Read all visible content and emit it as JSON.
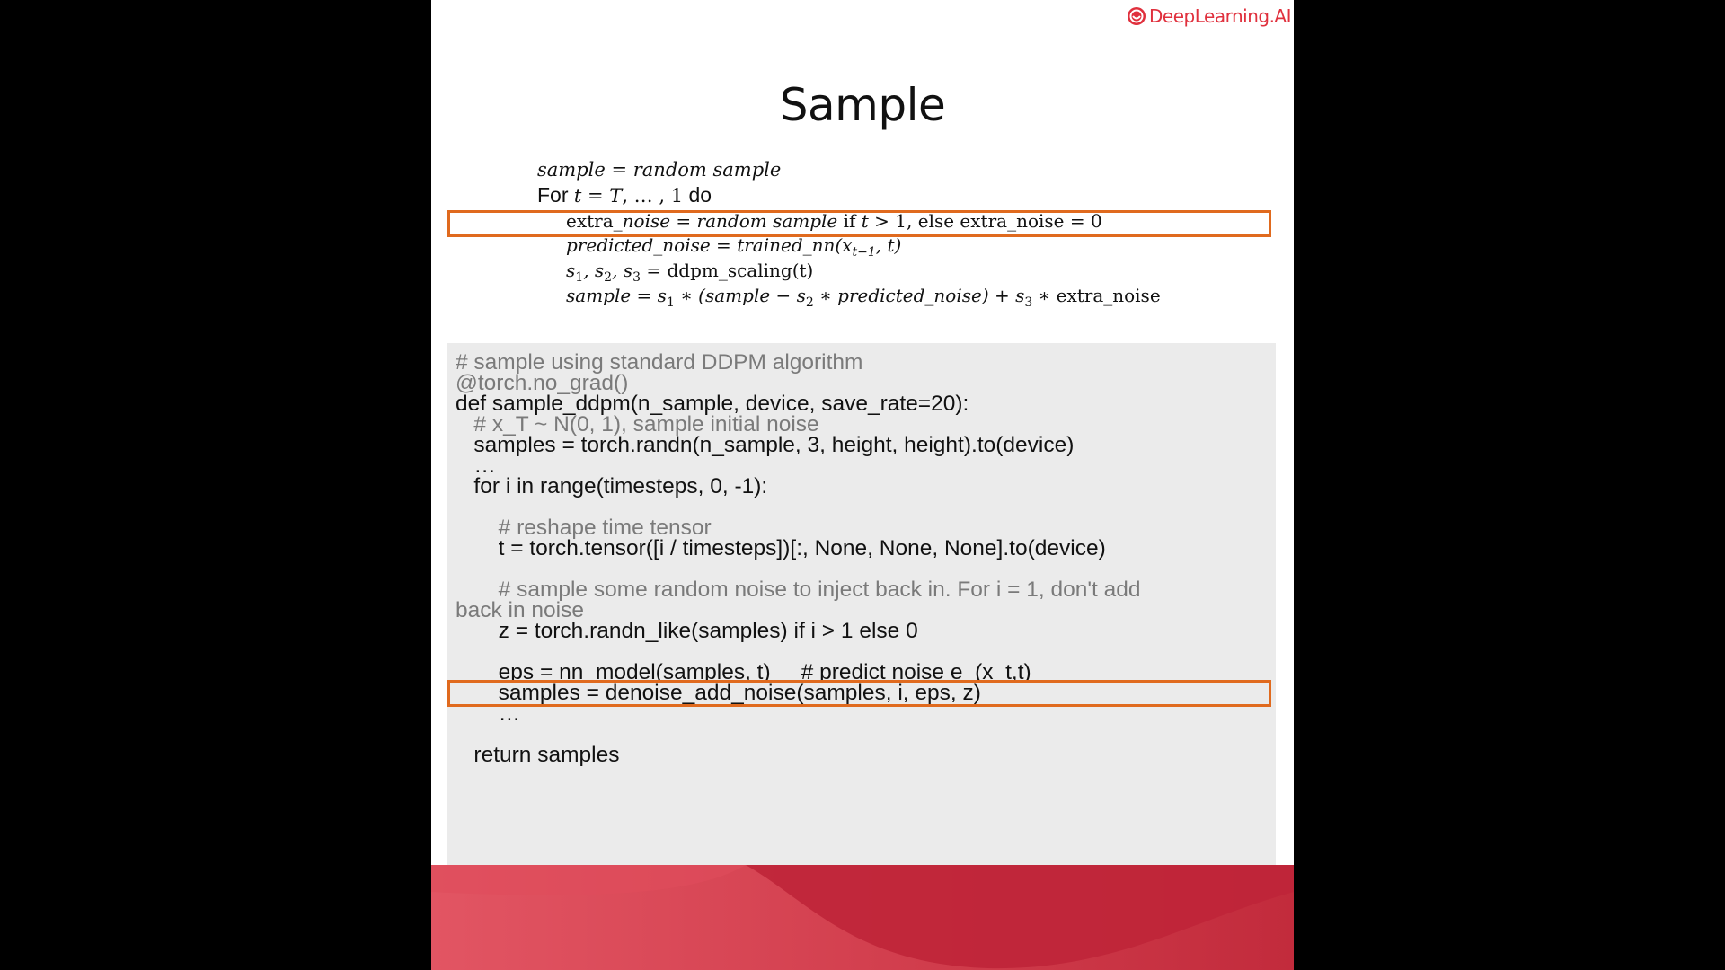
{
  "brand": {
    "logo_text": "DeepLearning.AI",
    "accent": "#e0303d",
    "highlight": "#e06a1e"
  },
  "title": "Sample",
  "algorithm": {
    "line1": {
      "lhs": "sample",
      "eq": " = ",
      "rhs": "random sample"
    },
    "line2": {
      "for": "For ",
      "t": "t",
      "eq": " = ",
      "T": "T",
      "rest": ", … , 1",
      "do": " do"
    },
    "line3": {
      "a": "extra",
      "b": "_noise",
      "eq": " = ",
      "c": "random sample",
      "d": " if ",
      "t": "t",
      "e": " > 1, else extra_noise = 0"
    },
    "line4": {
      "a": "predicted_noise",
      "eq": " = ",
      "b": "trained_nn",
      "c": "(x",
      "sub": "t−1",
      "d": ", t)"
    },
    "line5": {
      "s": "s",
      "s1": "1",
      "sep1": ", s",
      "s2": "2",
      "sep2": ", s",
      "s3": "3",
      "rest": " = ddpm_scaling(t)"
    },
    "line6": {
      "a": "sample",
      "eq": " = s",
      "s1": "1",
      "b": " ∗ (sample − s",
      "s2": "2",
      "c": " ∗ predicted_noise) + s",
      "s3": "3",
      "d": " ∗ extra_noise"
    }
  },
  "code": [
    {
      "text": "# sample using standard DDPM algorithm",
      "comment": true
    },
    {
      "text": "@torch.no_grad()",
      "comment": true
    },
    {
      "text": "def sample_ddpm(n_sample, device, save_rate=20):",
      "comment": false
    },
    {
      "text": "   # x_T ~ N(0, 1), sample initial noise",
      "comment": true
    },
    {
      "text": "   samples = torch.randn(n_sample, 3, height, height).to(device)",
      "comment": false
    },
    {
      "text": "   …",
      "comment": false
    },
    {
      "text": "   for i in range(timesteps, 0, -1):",
      "comment": false
    },
    {
      "text": "",
      "comment": false
    },
    {
      "text": "       # reshape time tensor",
      "comment": true
    },
    {
      "text": "       t = torch.tensor([i / timesteps])[:, None, None, None].to(device)",
      "comment": false
    },
    {
      "text": "",
      "comment": false
    },
    {
      "text": "       # sample some random noise to inject back in. For i = 1, don't add",
      "comment": true
    },
    {
      "text": "back in noise",
      "comment": true
    },
    {
      "text": "       z = torch.randn_like(samples) if i > 1 else 0",
      "comment": false
    },
    {
      "text": "",
      "comment": false
    },
    {
      "text": "       eps = nn_model(samples, t)     # predict noise e_(x_t,t)",
      "comment": false
    },
    {
      "text": "       samples = denoise_add_noise(samples, i, eps, z)",
      "comment": false
    },
    {
      "text": "       …",
      "comment": false
    },
    {
      "text": "",
      "comment": false
    },
    {
      "text": "   return samples",
      "comment": false
    }
  ]
}
